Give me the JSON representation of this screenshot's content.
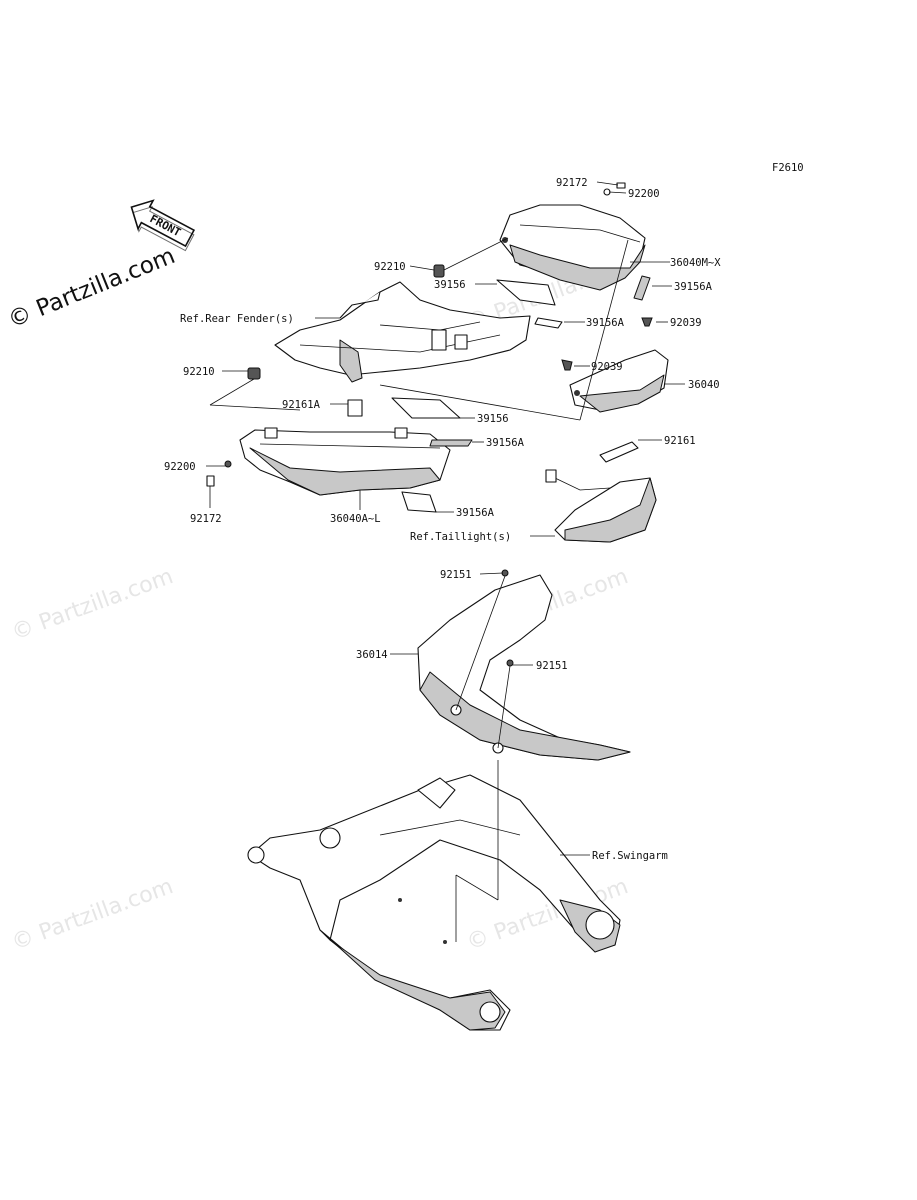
{
  "figure_code": "F2610",
  "watermark_main": "© Partzilla.com",
  "watermark_faint": "© Partzilla.com",
  "front_arrow": "FRONT",
  "callouts": {
    "c92172_top": "92172",
    "c92200_top": "92200",
    "c92210_top": "92210",
    "c36040MX": "36040M~X",
    "c39156_top": "39156",
    "c39156A_r1": "39156A",
    "c39156A_r2": "39156A",
    "c92039_r": "92039",
    "c_rear_fender": "Ref.Rear Fender(s)",
    "c92210_left": "92210",
    "c92039_l": "92039",
    "c36040": "36040",
    "c92161A": "92161A",
    "c39156_mid": "39156",
    "c39156A_mid": "39156A",
    "c92161": "92161",
    "c92200_left": "92200",
    "c92172_left": "92172",
    "c36040AL": "36040A~L",
    "c39156A_low": "39156A",
    "c_taillight": "Ref.Taillight(s)",
    "c92151_top": "92151",
    "c36014": "36014",
    "c92151_r": "92151",
    "c_swingarm": "Ref.Swingarm"
  }
}
